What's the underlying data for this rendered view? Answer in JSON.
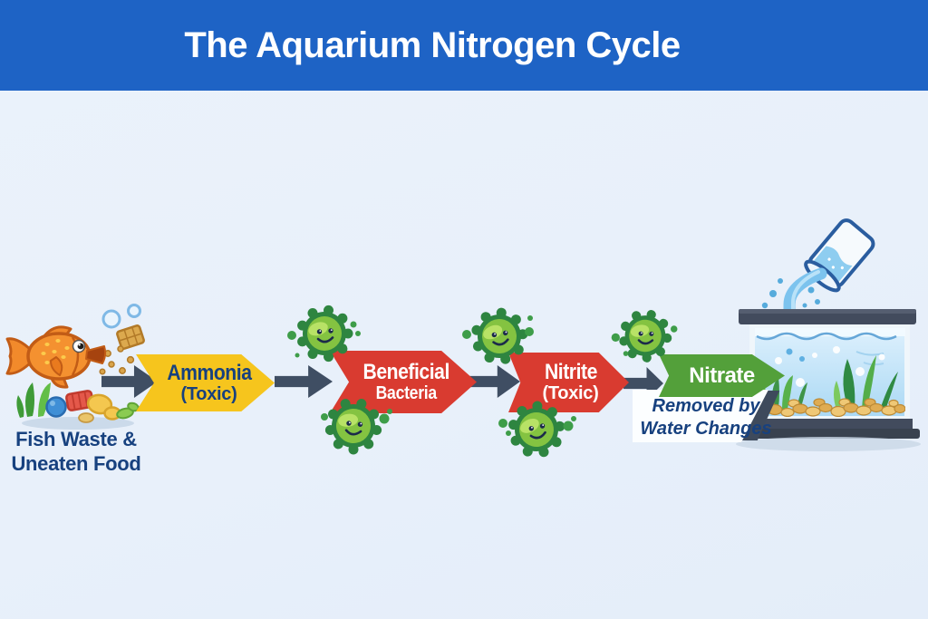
{
  "header": {
    "title": "The Aquarium Nitrogen Cycle"
  },
  "source": {
    "caption_line1": "Fish Waste &",
    "caption_line2": "Uneaten Food"
  },
  "stages": [
    {
      "name": "ammonia",
      "label": "Ammonia",
      "sublabel": "(Toxic)"
    },
    {
      "name": "beneficial-bacteria",
      "label": "Beneficial",
      "sublabel": "Bacteria"
    },
    {
      "name": "nitrite",
      "label": "Nitrite",
      "sublabel": "(Toxic)"
    },
    {
      "name": "nitrate",
      "label": "Nitrate",
      "sublabel": ""
    }
  ],
  "nitrate_note": {
    "line1": "Removed by",
    "line2": "Water Changes"
  },
  "icons": {
    "fish": "fish-icon",
    "bubbles": "bubbles-icon",
    "fish_food": "fish-food-icon",
    "waste_pile": "waste-pile-icon",
    "bacteria": "bacteria-icon",
    "flow_arrow": "flow-arrow-icon",
    "water_pour_cup": "water-pour-cup-icon",
    "aquarium_tank": "aquarium-tank-icon"
  },
  "colors": {
    "header_bg": "#1E63C5",
    "background": "#E9F0FA",
    "ammonia_yellow": "#F6C51D",
    "toxic_red": "#D93B30",
    "nitrate_green": "#53A03A",
    "arrow_slate": "#3F4E63",
    "navy_text": "#17417F",
    "bacteria_green": "#84C341",
    "water_blue": "#BCE2F8",
    "tank_frame": "#424B5D"
  }
}
